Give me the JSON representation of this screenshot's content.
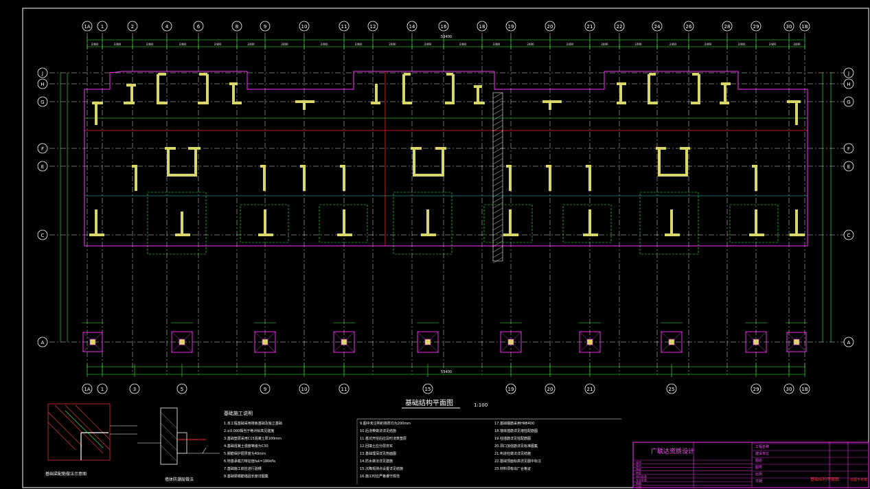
{
  "drawing": {
    "title": "基础结构平面图",
    "scale": "1:100",
    "axes_top": [
      "1A",
      "1",
      "2",
      "4",
      "6",
      "8",
      "9",
      "10",
      "11",
      "12",
      "14",
      "16",
      "18",
      "19",
      "20",
      "21",
      "22",
      "24",
      "26",
      "28",
      "29",
      "30",
      "1B"
    ],
    "axes_bottom": [
      "1A",
      "1",
      "3",
      "5",
      "9",
      "10",
      "11",
      "15",
      "19",
      "20",
      "21",
      "25",
      "29",
      "30",
      "1B"
    ],
    "axes_rows": [
      "J",
      "H",
      "G",
      "F",
      "E",
      "C",
      "A"
    ],
    "total_dim": "53400",
    "colors": {
      "background": "#000000",
      "frame": "#ffffff",
      "grid": "#e0e0e0",
      "dimension": "#33ff33",
      "wall": "#d8d86a",
      "outline": "#ff33ff",
      "red_line": "#ff2222",
      "cyan_line": "#33cccc"
    }
  },
  "details": [
    {
      "label": "基础梁配筋做法示意图"
    },
    {
      "label": "墙体防潮层做法"
    }
  ],
  "notes": {
    "heading": "基础施工说明",
    "col1": [
      "1.本工程基础采用筏板基础及独立基础",
      "2.±0.000相当于绝对标高见建施",
      "3.基础垫层采用C15混凝土厚100mm",
      "4.基础混凝土强度等级为C30",
      "5.钢筋保护层厚度为40mm",
      "6.地基承载力特征值fak=180kPa",
      "7.基础施工前应进行验槽",
      "8.基础梁钢筋锚固长度详图集"
    ],
    "col2": [
      "9.图中未注明的墙厚均为200mm",
      "10.后浇带做法详见结施",
      "11.基坑开挖后应及时浇筑垫层",
      "12.回填土应分层夯实",
      "13.基础埋深详见剖面图",
      "14.防水做法详见建施",
      "15.沉降观测点设置详见结施",
      "16.施工时应严格遵守规范"
    ],
    "col3": [
      "17.基础钢筋采用HRB400",
      "18.墙体插筋详见墙柱配筋图",
      "19.柱插筋详见柱配筋图",
      "20.洞口加强筋详见标准图集",
      "21.构造柱做法详见结施",
      "22.基础顶面标高详见图中标注",
      "23.材料须有出厂合格证"
    ]
  },
  "title_block": {
    "company": "广联达资质设计",
    "rows": [
      "设计",
      "校对",
      "审核",
      "审定",
      "项目负责",
      "专业负责",
      "制图",
      "日期"
    ],
    "fields": [
      "工程名称",
      "建设单位",
      "图名",
      "图号",
      "比例",
      "日期"
    ],
    "drawing_name": "基础结构平面图",
    "stamp": "出图专用章"
  }
}
